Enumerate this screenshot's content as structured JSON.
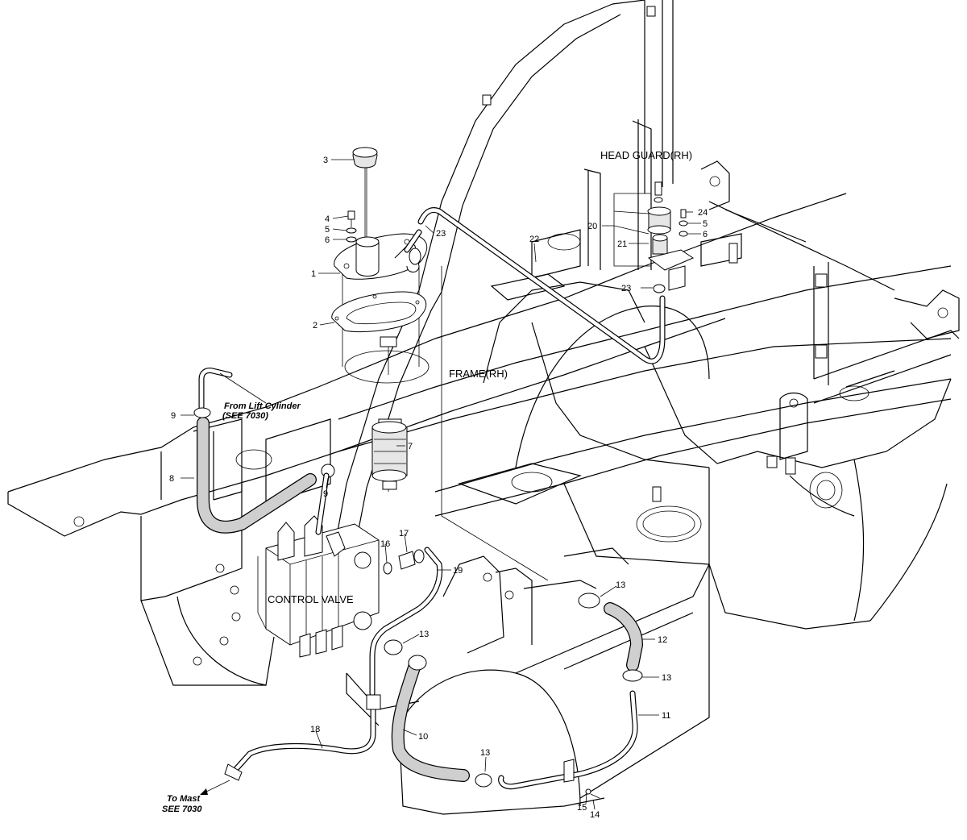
{
  "labels": {
    "head_guard": "HEAD GUARD(RH)",
    "frame": "FRAME(RH)",
    "control_valve": "CONTROL VALVE",
    "from_lift_line1": "From Lift Cylinder",
    "from_lift_line2": "(SEE 7030)",
    "to_mast_line1": "To Mast",
    "to_mast_line2": "SEE 7030"
  },
  "callouts": {
    "c1": "1",
    "c2": "2",
    "c3": "3",
    "c4": "4",
    "c5a": "5",
    "c6a": "6",
    "c7": "7",
    "c8": "8",
    "c9a": "9",
    "c9b": "9",
    "c10": "10",
    "c11": "11",
    "c12": "12",
    "c13a": "13",
    "c13b": "13",
    "c13c": "13",
    "c13d": "13",
    "c14": "14",
    "c15": "15",
    "c16": "16",
    "c17": "17",
    "c18": "18",
    "c19": "19",
    "c20": "20",
    "c21": "21",
    "c22": "22",
    "c23a": "23",
    "c23b": "23",
    "c24": "24",
    "c5b": "5",
    "c6b": "6"
  }
}
